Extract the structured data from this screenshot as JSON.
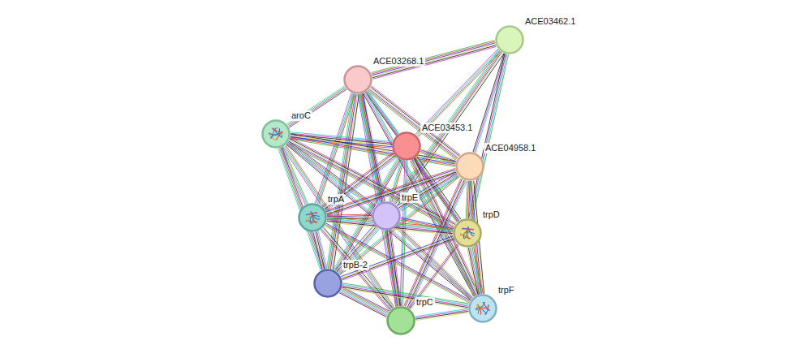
{
  "diagram": {
    "nodes": [
      {
        "text": [
          "ACE03462.1"
        ]
      },
      {
        "text": [
          "ACE03268.1"
        ]
      },
      {
        "text": [
          "aroC"
        ]
      },
      {
        "text": [
          "ACE03453.1"
        ]
      },
      {
        "text": [
          "ACE04958.1"
        ]
      },
      {
        "text": [
          "trpE"
        ]
      },
      {
        "text": [
          "trpA"
        ]
      },
      {
        "text": [
          "trpD"
        ]
      },
      {
        "text": [
          "trpB-2"
        ]
      },
      {
        "text": [
          "trpC"
        ]
      },
      {
        "text": [
          "trpF"
        ]
      }
    ],
    "edges": [
      {
        "from": 0,
        "to": 1,
        "arrow": "none"
      },
      {
        "from": 0,
        "to": 3,
        "arrow": "none"
      },
      {
        "from": 0,
        "to": 4,
        "arrow": "none"
      },
      {
        "from": 0,
        "to": 5,
        "arrow": "none"
      },
      {
        "from": 0,
        "to": 7,
        "arrow": "none"
      },
      {
        "from": 1,
        "to": 2,
        "arrow": "none"
      },
      {
        "from": 1,
        "to": 3,
        "arrow": "none"
      },
      {
        "from": 1,
        "to": 4,
        "arrow": "none"
      },
      {
        "from": 1,
        "to": 5,
        "arrow": "none"
      },
      {
        "from": 1,
        "to": 6,
        "arrow": "none"
      },
      {
        "from": 1,
        "to": 7,
        "arrow": "none"
      },
      {
        "from": 1,
        "to": 8,
        "arrow": "none"
      },
      {
        "from": 1,
        "to": 9,
        "arrow": "none"
      },
      {
        "from": 1,
        "to": 10,
        "arrow": "none"
      },
      {
        "from": 2,
        "to": 3,
        "arrow": "none"
      },
      {
        "from": 2,
        "to": 4,
        "arrow": "none"
      },
      {
        "from": 2,
        "to": 5,
        "arrow": "none"
      },
      {
        "from": 2,
        "to": 6,
        "arrow": "none"
      },
      {
        "from": 2,
        "to": 7,
        "arrow": "none"
      },
      {
        "from": 2,
        "to": 8,
        "arrow": "none"
      },
      {
        "from": 2,
        "to": 9,
        "arrow": "none"
      },
      {
        "from": 2,
        "to": 10,
        "arrow": "none"
      },
      {
        "from": 3,
        "to": 4,
        "arrow": "none"
      },
      {
        "from": 3,
        "to": 5,
        "arrow": "none"
      },
      {
        "from": 3,
        "to": 6,
        "arrow": "none"
      },
      {
        "from": 3,
        "to": 7,
        "arrow": "none"
      },
      {
        "from": 3,
        "to": 8,
        "arrow": "none"
      },
      {
        "from": 3,
        "to": 9,
        "arrow": "none"
      },
      {
        "from": 3,
        "to": 10,
        "arrow": "none"
      },
      {
        "from": 4,
        "to": 5,
        "arrow": "none"
      },
      {
        "from": 4,
        "to": 6,
        "arrow": "none"
      },
      {
        "from": 4,
        "to": 7,
        "arrow": "none"
      },
      {
        "from": 4,
        "to": 8,
        "arrow": "none"
      },
      {
        "from": 4,
        "to": 9,
        "arrow": "none"
      },
      {
        "from": 4,
        "to": 10,
        "arrow": "none"
      },
      {
        "from": 5,
        "to": 6,
        "arrow": "none"
      },
      {
        "from": 5,
        "to": 7,
        "arrow": "none"
      },
      {
        "from": 5,
        "to": 8,
        "arrow": "none"
      },
      {
        "from": 5,
        "to": 9,
        "arrow": "none"
      },
      {
        "from": 5,
        "to": 10,
        "arrow": "none"
      },
      {
        "from": 6,
        "to": 7,
        "arrow": "none"
      },
      {
        "from": 6,
        "to": 8,
        "arrow": "none"
      },
      {
        "from": 6,
        "to": 9,
        "arrow": "none"
      },
      {
        "from": 6,
        "to": 10,
        "arrow": "none"
      },
      {
        "from": 7,
        "to": 8,
        "arrow": "none"
      },
      {
        "from": 7,
        "to": 9,
        "arrow": "none"
      },
      {
        "from": 7,
        "to": 10,
        "arrow": "none"
      },
      {
        "from": 8,
        "to": 9,
        "arrow": "none"
      },
      {
        "from": 8,
        "to": 10,
        "arrow": "none"
      },
      {
        "from": 9,
        "to": 10,
        "arrow": "none"
      }
    ]
  }
}
